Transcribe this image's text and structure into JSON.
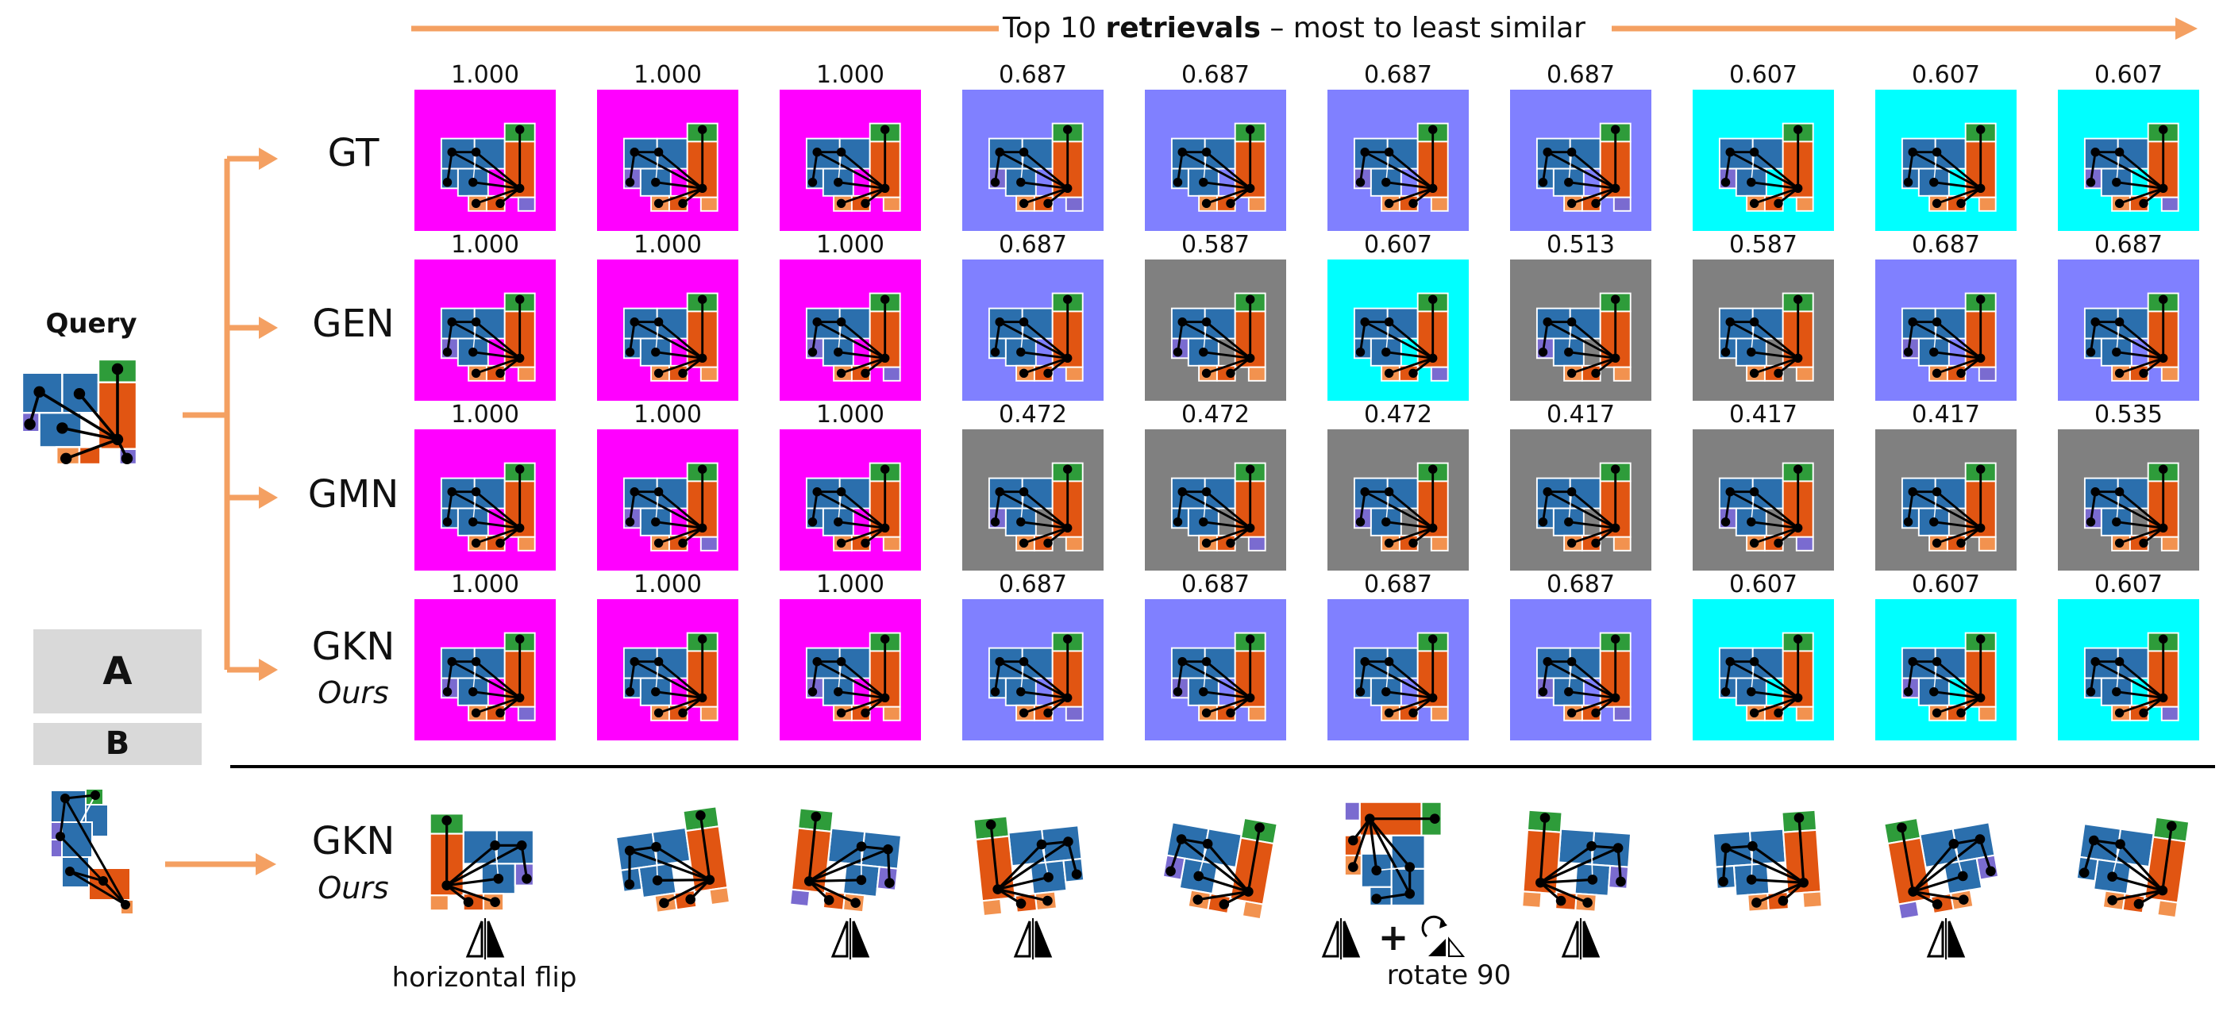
{
  "header": {
    "prefix": "Top 10 ",
    "bold": "retrievals",
    "suffix": " – most to least similar"
  },
  "query_label": "Query",
  "legend": {
    "a": "A",
    "b": "B"
  },
  "ours_label": "Ours",
  "colors": {
    "magenta": "#ff00ff",
    "periwinkle": "#8080ff",
    "cyan": "#00ffff",
    "gray": "#808080",
    "room_blue": "#2b6fad",
    "room_orange": "#e15512",
    "room_green": "#2e9c3a",
    "room_purple": "#7a6bd0",
    "room_light_orange": "#f2924f",
    "arrow": "#f4a062"
  },
  "rows": [
    {
      "label": "GT",
      "scores": [
        "1.000",
        "1.000",
        "1.000",
        "0.687",
        "0.687",
        "0.687",
        "0.687",
        "0.607",
        "0.607",
        "0.607"
      ],
      "bg": [
        "magenta",
        "magenta",
        "magenta",
        "periwinkle",
        "periwinkle",
        "periwinkle",
        "periwinkle",
        "cyan",
        "cyan",
        "cyan"
      ]
    },
    {
      "label": "GEN",
      "scores": [
        "1.000",
        "1.000",
        "1.000",
        "0.687",
        "0.587",
        "0.607",
        "0.513",
        "0.587",
        "0.687",
        "0.687"
      ],
      "bg": [
        "magenta",
        "magenta",
        "magenta",
        "periwinkle",
        "gray",
        "cyan",
        "gray",
        "gray",
        "periwinkle",
        "periwinkle"
      ]
    },
    {
      "label": "GMN",
      "scores": [
        "1.000",
        "1.000",
        "1.000",
        "0.472",
        "0.472",
        "0.472",
        "0.417",
        "0.417",
        "0.417",
        "0.535"
      ],
      "bg": [
        "magenta",
        "magenta",
        "magenta",
        "gray",
        "gray",
        "gray",
        "gray",
        "gray",
        "gray",
        "gray"
      ]
    },
    {
      "label": "GKN",
      "ours": true,
      "scores": [
        "1.000",
        "1.000",
        "1.000",
        "0.687",
        "0.687",
        "0.687",
        "0.687",
        "0.607",
        "0.607",
        "0.607"
      ],
      "bg": [
        "magenta",
        "magenta",
        "magenta",
        "periwinkle",
        "periwinkle",
        "periwinkle",
        "periwinkle",
        "cyan",
        "cyan",
        "cyan"
      ]
    }
  ],
  "bottom_row": {
    "label": "GKN",
    "ours": true,
    "transforms": [
      "flip",
      "none",
      "flip",
      "flip",
      "none",
      "flip_rotate",
      "flip",
      "none",
      "flip",
      "none"
    ]
  },
  "captions": {
    "flip": "horizontal flip",
    "rotate": "rotate 90"
  }
}
